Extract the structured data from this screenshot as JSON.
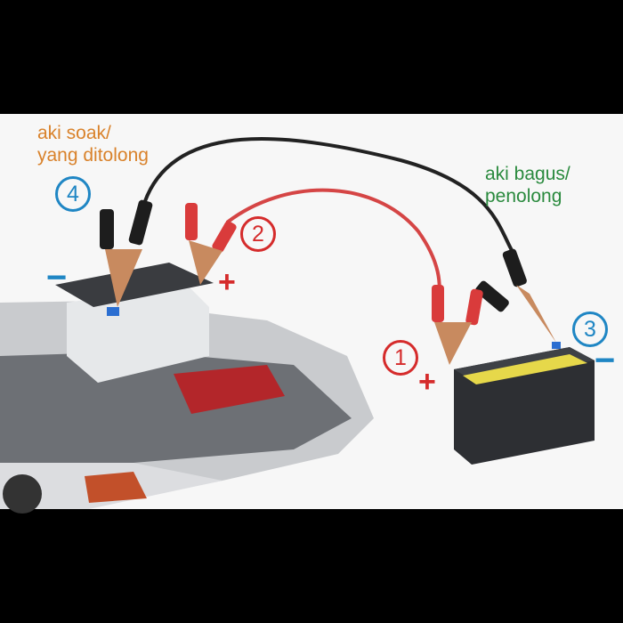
{
  "labels": {
    "dead_battery": [
      "aki soak/",
      "yang ditolong"
    ],
    "good_battery": [
      "aki bagus/",
      "penolong"
    ]
  },
  "steps": [
    "1",
    "2",
    "3",
    "4"
  ],
  "signs": {
    "plus": "+",
    "minus": "−"
  },
  "colors": {
    "dead_label": "#d9822b",
    "good_label": "#2a8a3e",
    "red": "#d52b2b",
    "blue": "#1f86c4"
  }
}
